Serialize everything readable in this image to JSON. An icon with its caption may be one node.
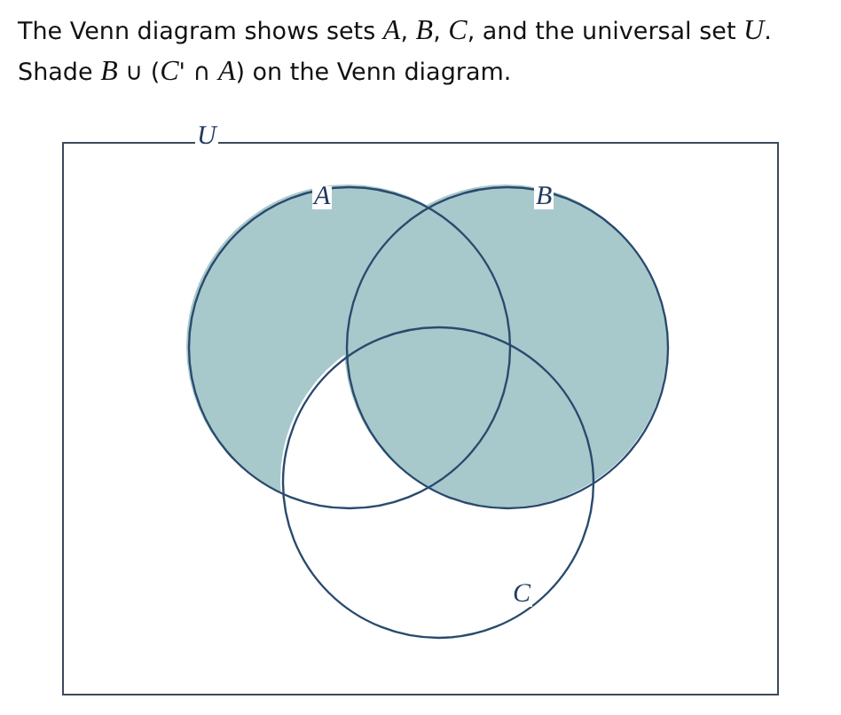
{
  "diagram": {
    "title": "The Venn diagram shows sets *A*, *B*, *C*, and the universal set *U*.",
    "nodes": [
      {
        "text": [
          "U"
        ]
      },
      {
        "text": [
          "A"
        ],
        "in": 0
      },
      {
        "text": [
          "B"
        ],
        "in": 0
      },
      {
        "text": [
          "C"
        ],
        "in": 0
      }
    ],
    "edges": [],
    "labels": [
      "Shade *B* ∪ (*C*' ∩ *A*) on the Venn diagram."
    ]
  }
}
